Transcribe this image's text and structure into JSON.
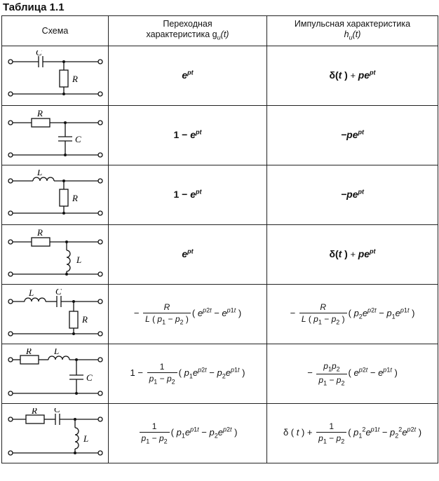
{
  "caption": "Таблица 1.1",
  "headers": {
    "scheme": "Схема",
    "step_line1": "Переходная",
    "step_line2": "характеристика g",
    "step_sub": "u",
    "step_arg": "(t)",
    "impulse_line1": "Импульсная характеристика",
    "impulse_line2": "h",
    "impulse_sub": "u",
    "impulse_arg": "(t)"
  },
  "labels": {
    "C": "C",
    "R": "R",
    "L": "L"
  },
  "rows": [
    {
      "step": "e^pt",
      "impulse": "δ(t) + pe^pt"
    },
    {
      "step": "1 − e^pt",
      "impulse": "−pe^pt"
    },
    {
      "step": "1 − e^pt",
      "impulse": "−pe^pt"
    },
    {
      "step": "e^pt",
      "impulse": "δ(t) + pe^pt"
    },
    {
      "step": "−R/(L(p1−p2)) (e^(p2t) − e^(p1t))",
      "impulse": "−R/(L(p1−p2)) (p2e^(p2t) − p1e^(p1t))"
    },
    {
      "step": "1 − 1/(p1−p2) (p1e^(p2t) − p2e^(p1t))",
      "impulse": "−p1p2/(p1−p2) (e^(p2t) − e^(p1t))"
    },
    {
      "step": "1/(p1−p2) (p1e^(p1t) − p2e^(p2t))",
      "impulse": "δ(t) + 1/(p1−p2) (p1²e^(p1t) − p2²e^(p2t))"
    }
  ]
}
